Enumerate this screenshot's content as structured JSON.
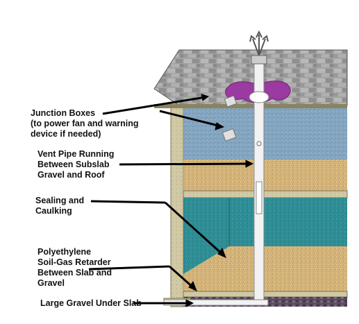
{
  "labels": {
    "junction": [
      "Junction Boxes",
      "(to power fan and warning",
      "device if needed)"
    ],
    "vent": [
      "Vent Pipe Running",
      "Between Subslab",
      "Gravel and Roof"
    ],
    "sealing": [
      "Sealing and",
      "Caulking"
    ],
    "poly": [
      "Polyethylene",
      "Soil-Gas Retarder",
      "Between Slab and",
      "Gravel"
    ],
    "gravel": "Large Gravel Under Slab"
  },
  "colors": {
    "roof_shingle": "#9a9a9a",
    "roof_dark": "#6e6e6e",
    "attic_blue": "#7fa3c0",
    "wall_frame": "#c9c29a",
    "floor_tan": "#d8b77c",
    "basement_teal": "#2f8f97",
    "pipe_white": "#f0f0f0",
    "purple_seal": "#9b3aa0",
    "arrow": "#000000"
  }
}
